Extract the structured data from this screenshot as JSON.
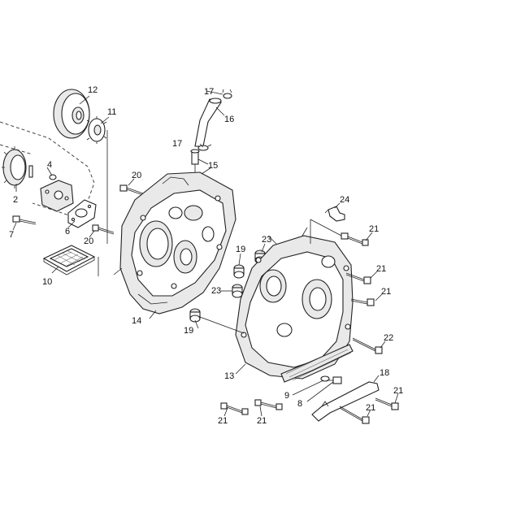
{
  "callouts": {
    "c2": "2",
    "c4": "4",
    "c6": "6",
    "c7": "7",
    "c8": "8",
    "c9": "9",
    "c10": "10",
    "c11": "11",
    "c12": "12",
    "c13": "13",
    "c14": "14",
    "c15": "15",
    "c16": "16",
    "c17a": "17",
    "c17b": "17",
    "c18": "18",
    "c19a": "19",
    "c19b": "19",
    "c20a": "20",
    "c20b": "20",
    "c21a": "21",
    "c21b": "21",
    "c21c": "21",
    "c21d": "21",
    "c21e": "21",
    "c21f": "21",
    "c21g": "21",
    "c22": "22",
    "c23a": "23",
    "c23b": "23",
    "c24": "24"
  }
}
